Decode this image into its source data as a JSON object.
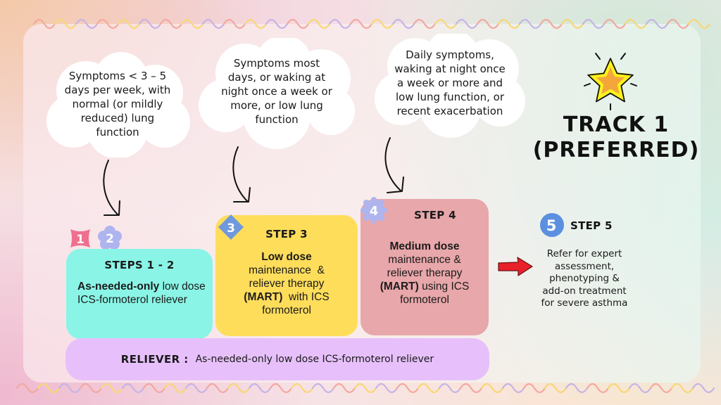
{
  "conditions": [
    {
      "id": "steps-1-2",
      "lines": [
        "Symptoms < 3 – 5",
        "days per week, with",
        "normal (or mildly",
        "reduced) lung",
        "function"
      ]
    },
    {
      "id": "step-3",
      "lines": [
        "Symptoms most",
        "days, or waking at",
        "night once a week or",
        "more, or low lung",
        "function"
      ]
    },
    {
      "id": "step-4",
      "lines": [
        "Daily symptoms,",
        "waking at night once",
        "a week or more and",
        "low lung function, or",
        "recent exacerbation"
      ]
    }
  ],
  "track": {
    "line1": "TRACK 1",
    "line2": "(PREFERRED)",
    "icon": "star-icon"
  },
  "steps": {
    "steps_1_2": {
      "badges": [
        "1",
        "2"
      ],
      "title": "STEPS 1 - 2",
      "body_bold": "As-needed-only",
      "body_rest": " low dose ICS-formoterol reliever",
      "color": "#8af5e6"
    },
    "step_3": {
      "badge": "3",
      "title": "STEP 3",
      "body_bold": "Low dose",
      "line2": "maintenance  &",
      "line3": "reliever therapy",
      "line4_bold": "(MART)",
      "line4_rest": "  with ICS",
      "line5": "formoterol",
      "color": "#fedd5b"
    },
    "step_4": {
      "badge": "4",
      "title": "STEP 4",
      "body_bold": "Medium dose",
      "line2": "maintenance &",
      "line3": "reliever therapy",
      "line4_bold": "(MART)",
      "line4_rest": " using ICS",
      "line5": "formoterol",
      "color": "#e8a7aa"
    },
    "step_5": {
      "badge": "5",
      "title": "STEP 5",
      "lines": [
        "Refer for expert",
        "assessment,",
        "phenotyping &",
        "add-on treatment",
        "for severe asthma"
      ]
    }
  },
  "reliever": {
    "label": "RELIEVER :",
    "text": "As-needed-only low dose ICS-formoterol reliever",
    "color": "#e7c0fb"
  },
  "colors": {
    "badge_pink": "#ef6f8e",
    "badge_lavender": "#aeb4ee",
    "badge_blue": "#6f99dc",
    "badge_step5": "#5b8fe0",
    "red_arrow": "#e8202a",
    "star_fill": "#f5a63a",
    "star_outline": "#fdf21c"
  }
}
